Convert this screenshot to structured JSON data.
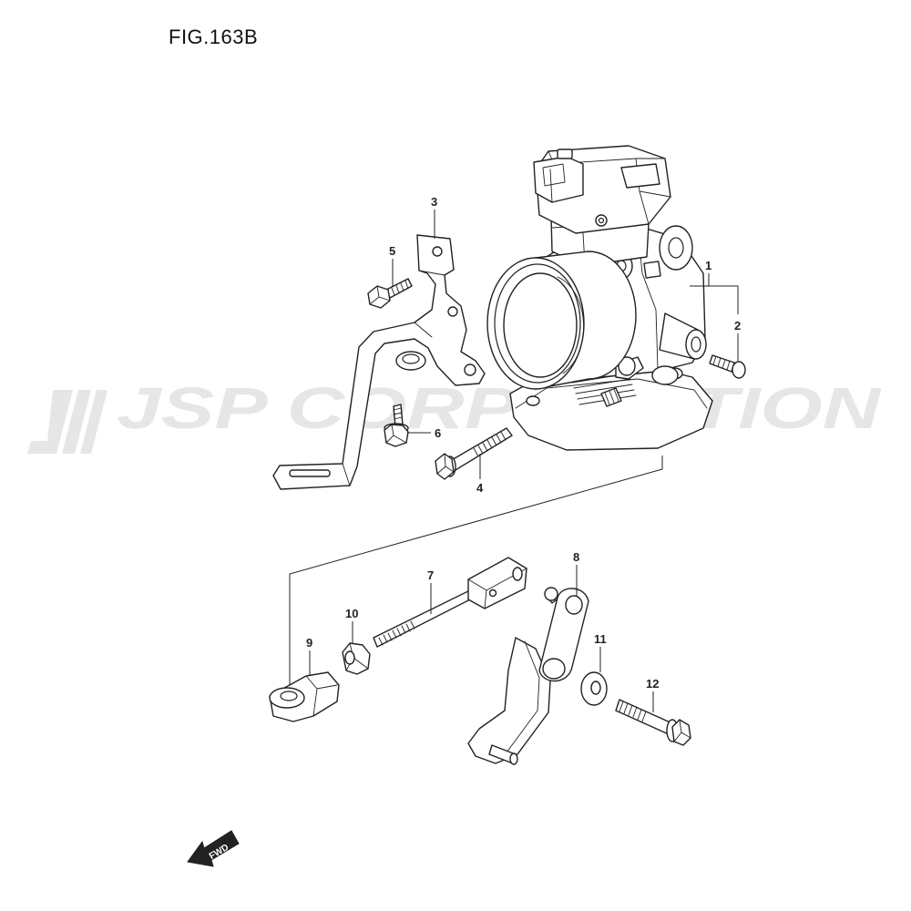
{
  "figure": {
    "title": "FIG.163B"
  },
  "callouts": [
    "1",
    "2",
    "3",
    "4",
    "5",
    "6",
    "7",
    "8",
    "9",
    "10",
    "11",
    "12"
  ],
  "fwd_label": "FWD",
  "watermark": "JSP CORPORATION",
  "colors": {
    "line": "#222222",
    "watermark": "#e6e6e6",
    "background": "#ffffff"
  }
}
